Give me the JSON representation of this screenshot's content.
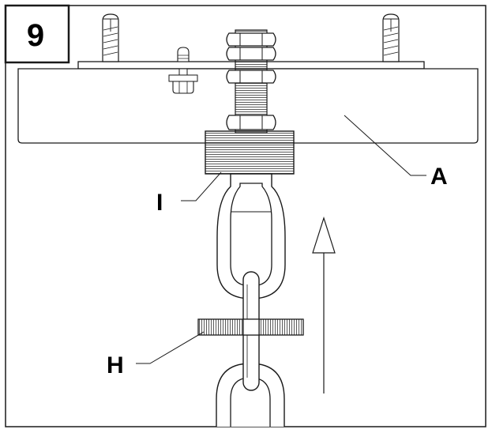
{
  "step": {
    "number": "9"
  },
  "labels": {
    "a": "A",
    "i": "I",
    "h": "H"
  },
  "colors": {
    "line": "#1a1a1a",
    "background": "#ffffff"
  }
}
